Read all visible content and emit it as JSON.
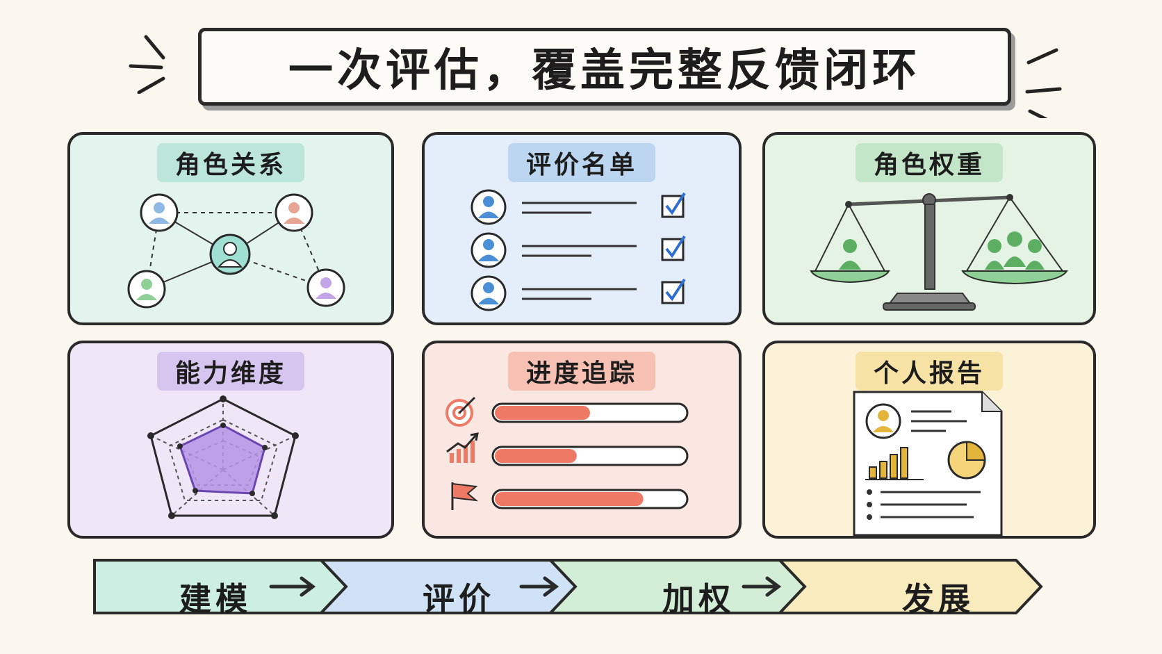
{
  "title": "一次评估，覆盖完整反馈闭环",
  "panels": {
    "relations": {
      "label": "角色关系",
      "color": "#bde6da"
    },
    "list": {
      "label": "评价名单",
      "color": "#bcd6f2"
    },
    "weights": {
      "label": "角色权重",
      "color": "#c4e6c8"
    },
    "dimensions": {
      "label": "能力维度",
      "color": "#d6c6ef"
    },
    "progress": {
      "label": "进度追踪",
      "color": "#f6c0b2",
      "values": [
        0.5,
        0.43,
        0.78
      ]
    },
    "report": {
      "label": "个人报告",
      "color": "#f6e2a4"
    }
  },
  "flow": {
    "steps": [
      {
        "label": "建模",
        "color": "#cdeee3"
      },
      {
        "label": "评价",
        "color": "#cfe2f6"
      },
      {
        "label": "加权",
        "color": "#d3eed6"
      },
      {
        "label": "发展",
        "color": "#f8ebbd"
      }
    ]
  },
  "colors": {
    "ink": "#2a2a2a",
    "teal": "#5fbfae",
    "blue": "#4a8fd6",
    "green": "#5cae62",
    "purple": "#a07ed6",
    "coral": "#ee7a66",
    "gold": "#e3b53a"
  }
}
